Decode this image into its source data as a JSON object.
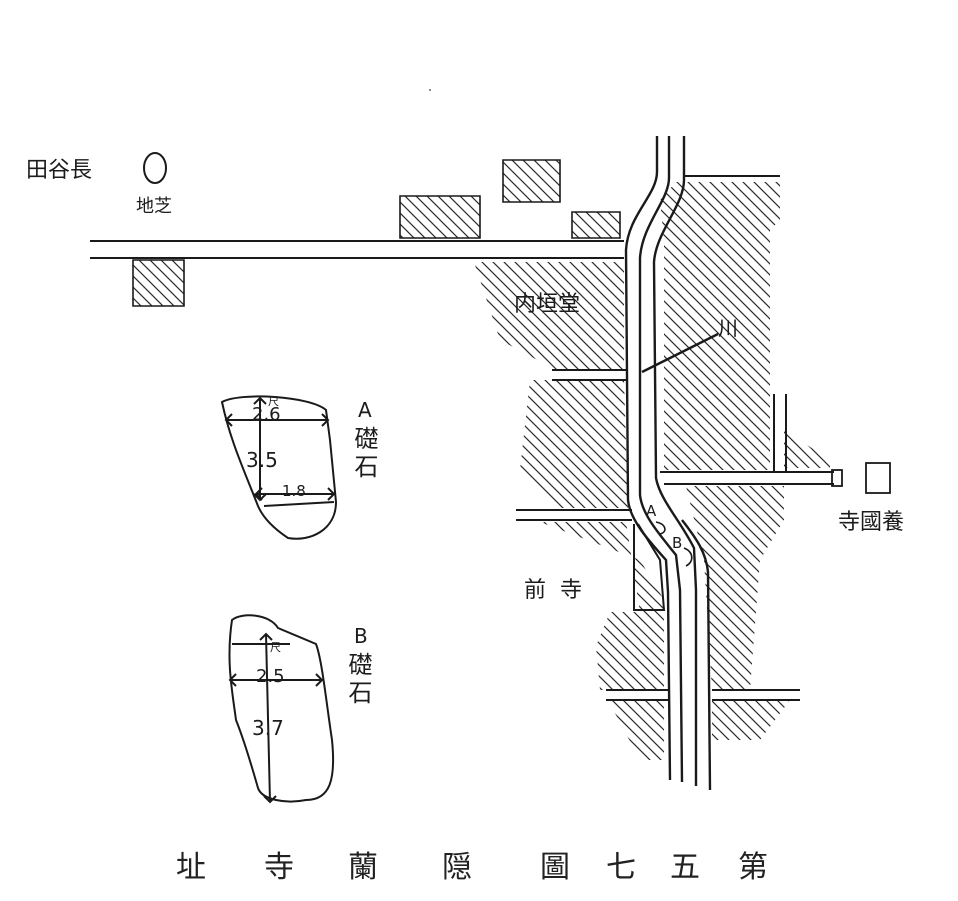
{
  "map": {
    "labels": {
      "nagaya_da": "田谷長",
      "shibachi": "地芝",
      "uchigaki_do": "内垣堂",
      "kawa": "川",
      "yotokuji": "寺國養",
      "maedera": "前寺",
      "point_a": "A",
      "point_b": "B",
      "stone_a_letter": "A",
      "stone_a_label": "礎石",
      "stone_b_letter": "B",
      "stone_b_label": "礎石"
    },
    "stone_a": {
      "unit": "尺",
      "top_width": "2.6",
      "length": "3.5",
      "bottom_width": "1.8"
    },
    "stone_b": {
      "unit": "尺",
      "width": "2.5",
      "length": "3.7"
    },
    "caption": [
      "第",
      "五",
      "七",
      "圖",
      "",
      "隠",
      "蘭",
      "寺",
      "址"
    ],
    "colors": {
      "ink": "#1a1a1a",
      "paper": "#ffffff"
    }
  }
}
